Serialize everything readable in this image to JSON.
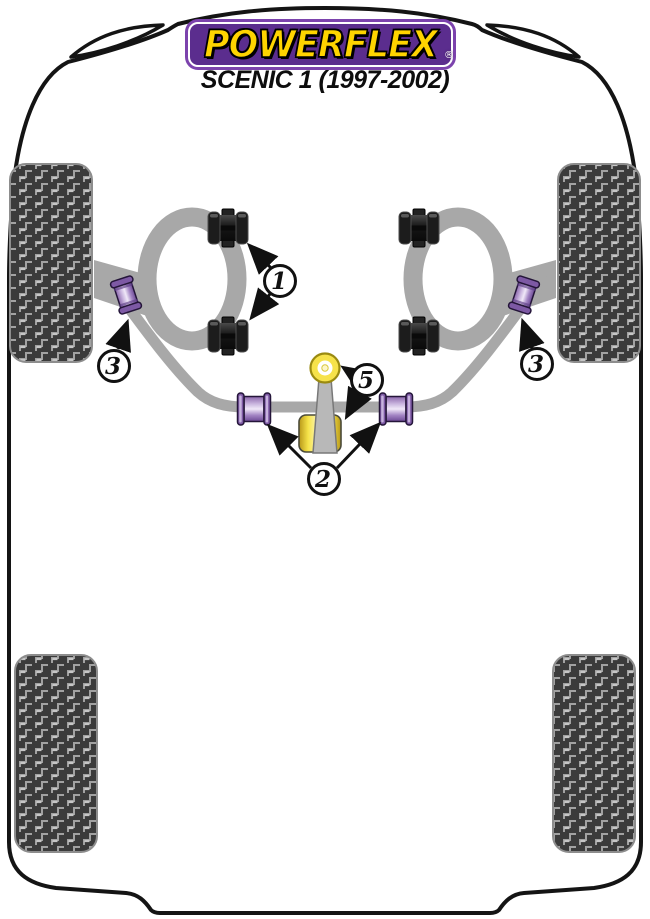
{
  "header": {
    "brand": "POWERFLEX",
    "registered": "®",
    "model": "SCENIC 1 (1997-2002)"
  },
  "callouts": {
    "front_arm_bushes": "1",
    "anti_roll_bar_bushes": "2",
    "arm_outer_bush_left": "3",
    "arm_outer_bush_right": "3",
    "engine_mount_link": "5"
  },
  "colors": {
    "brand_purple": "#5B2D8E",
    "brand_yellow": "#FFD400",
    "poly_purple": "#8A63AD",
    "poly_yellow": "#F5DF3C",
    "metal_gray": "#A8A8A8",
    "tire_gray": "#3B3B3B",
    "outline_black": "#141414"
  }
}
